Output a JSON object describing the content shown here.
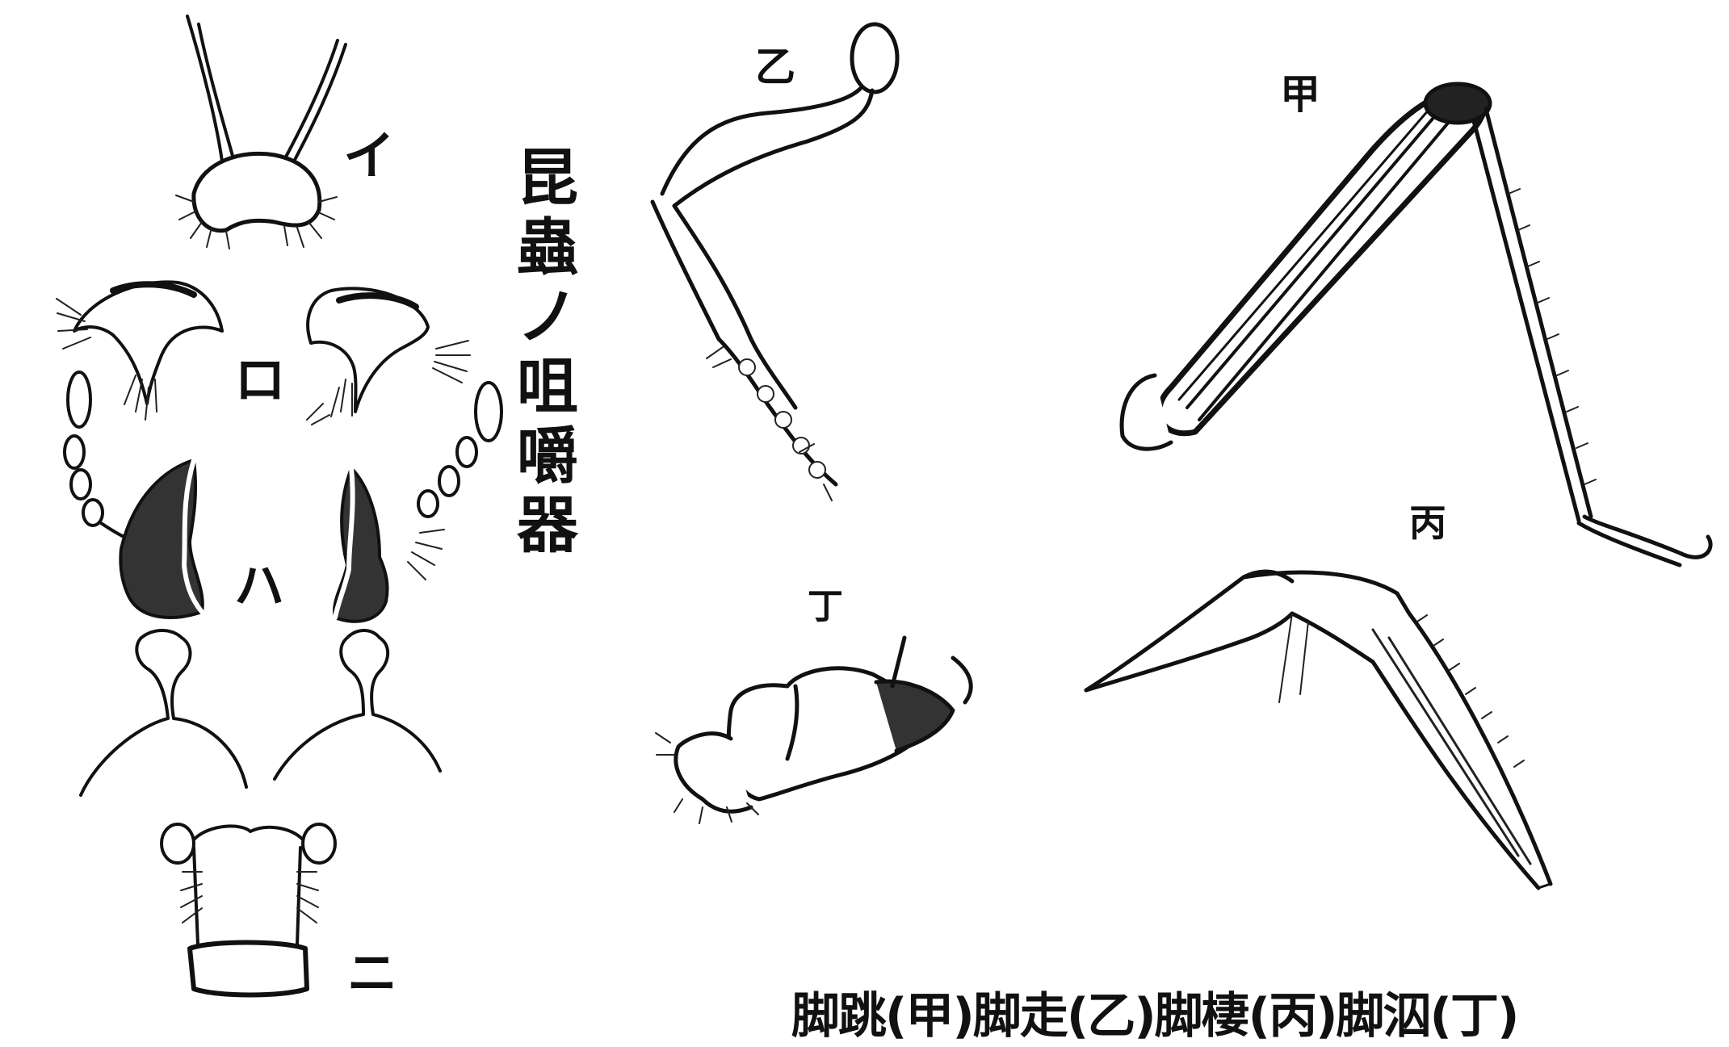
{
  "title_vertical": "昆蟲ノ咀嚼器",
  "mouthparts": {
    "i": "イ",
    "ro": "ロ",
    "ha": "ハ",
    "ni": "ニ"
  },
  "legs": {
    "ko": "甲",
    "otsu": "乙",
    "hei": "丙",
    "tei": "丁"
  },
  "caption": "脚跳(甲)脚走(乙)脚棲(丙)脚泅(丁)"
}
